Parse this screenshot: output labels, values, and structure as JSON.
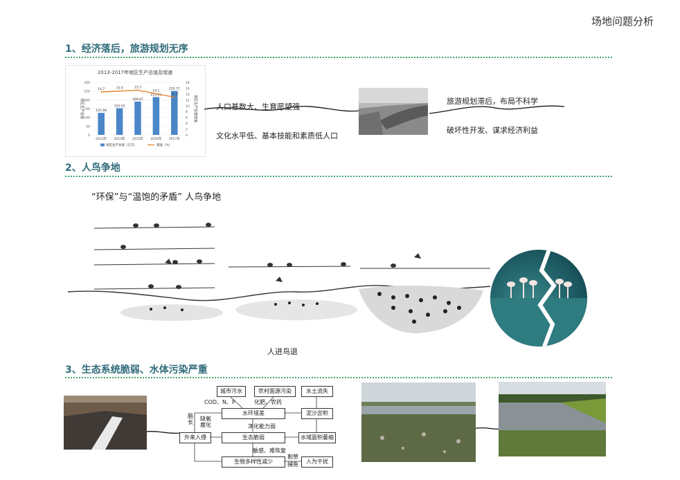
{
  "page_title": "场地问题分析",
  "sections": [
    {
      "title": "1、经济落后，旅游规划无序"
    },
    {
      "title": "2、人鸟争地"
    },
    {
      "title": "3、生态系统脆弱、水体污染严重"
    }
  ],
  "section1": {
    "left_texts": [
      "人口基数大、生育愿望强",
      "文化水平低、基本技能和素质低人口"
    ],
    "right_texts": [
      "旅游规划滞后，布局不科学",
      "破坏性开发、谋求经济利益"
    ]
  },
  "section2": {
    "subtitle": "“环保”与“温饱的矛盾”  人鸟争地",
    "caption": "人进鸟退"
  },
  "section3": {
    "flow": {
      "top_boxes": [
        "城市污水",
        "农村面源污染",
        "水土流失"
      ],
      "mid_left_text": "COD、N、P",
      "mid_text": "化肥、农药",
      "water_env": "水环境差",
      "sediment": "泥沙淤积",
      "purify": "净化能力弱",
      "eco_weak": "生态脆弱",
      "shrink": "水域面积萎缩",
      "invasion": "外来入侵",
      "side_labels": [
        "脑长",
        "缺氧腐化"
      ],
      "sensitive": "敏感、难恢复",
      "biodiversity": "生物多样性减少",
      "human": "人为干扰",
      "cut_labels": [
        "割草",
        "捕鱼"
      ]
    }
  },
  "chart_data": {
    "type": "bar",
    "title": "2013-2017年地区生产总值及增速",
    "categories": [
      "2013年",
      "2014年",
      "2015年",
      "2016年",
      "2017年"
    ],
    "series": [
      {
        "name": "地区生产总值（亿元）",
        "values": [
          125.66,
          152.03,
          189.87,
          215.35,
          250.71
        ],
        "type": "bar",
        "color": "#4a86c8"
      },
      {
        "name": "增速（%）",
        "values": [
          14.7,
          15.0,
          15.3,
          14.1,
          12.9
        ],
        "type": "line",
        "color": "#e67e22"
      }
    ],
    "ylabel": "地区生产总值",
    "y2label": "地区生产总值增速",
    "ylim": [
      0,
      300
    ],
    "y2lim": [
      0,
      18
    ],
    "yticks": [
      "0",
      "50",
      "100",
      "150",
      "200",
      "250",
      "300"
    ],
    "y2ticks": [
      "0",
      "2",
      "4",
      "6",
      "8",
      "10",
      "12",
      "14",
      "16",
      "18"
    ],
    "bar_labels": [
      "125.66",
      "152.03",
      "189.87",
      "215.35",
      "250.71"
    ],
    "line_labels": [
      "14.7",
      "15.0",
      "15.3",
      "14.1",
      "12.9"
    ],
    "legend_position": "bottom"
  }
}
